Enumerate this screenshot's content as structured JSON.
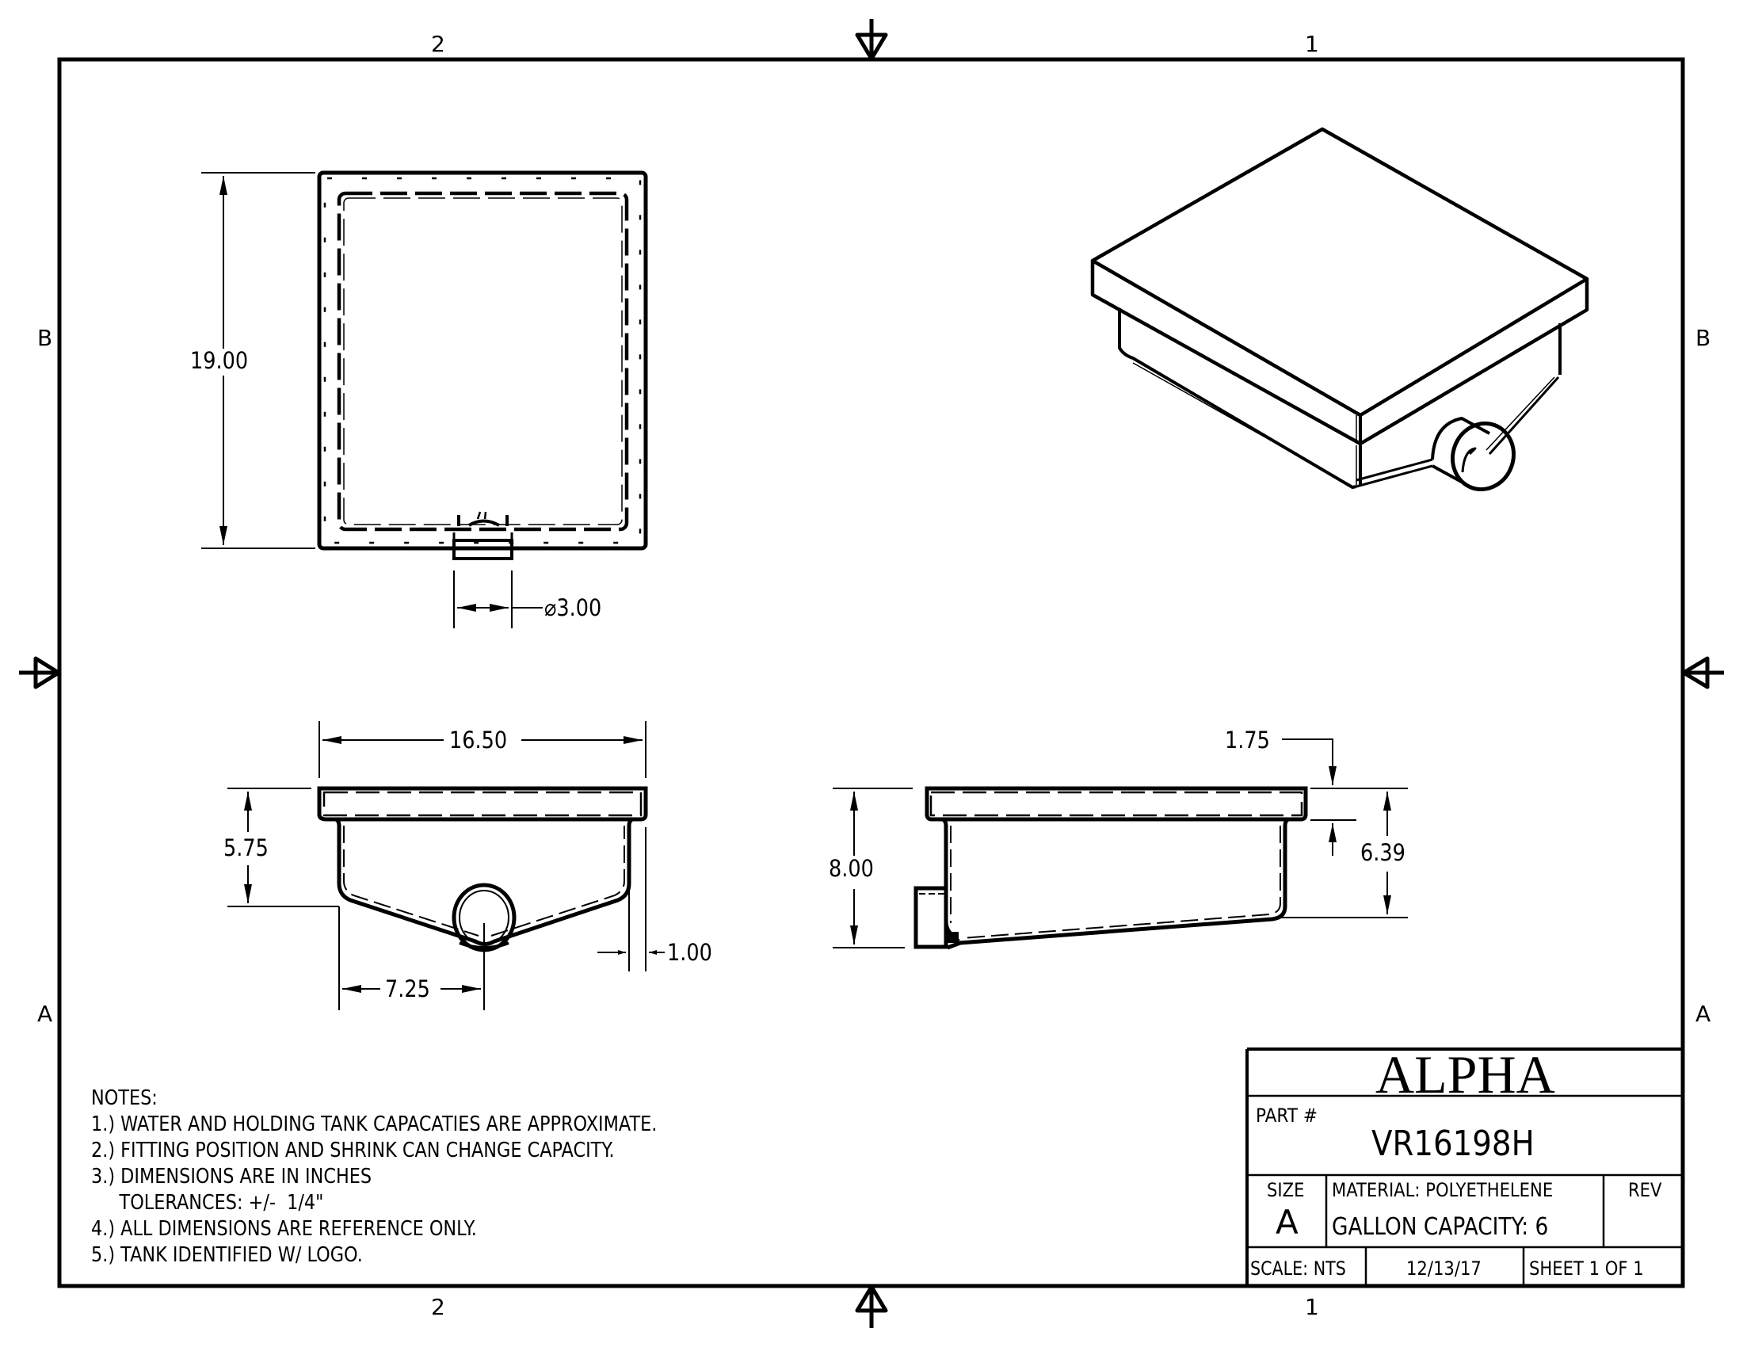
{
  "drawing": {
    "zones": {
      "top": [
        "2",
        "1"
      ],
      "bottom": [
        "2",
        "1"
      ],
      "left": [
        "B",
        "A"
      ],
      "right": [
        "B",
        "A"
      ]
    },
    "views": {
      "top_view": {
        "dimensions": {
          "length": "19.00",
          "fitting_diameter": "⌀3.00"
        }
      },
      "front_view": {
        "dimensions": {
          "width": "16.50",
          "height": "5.75",
          "fitting_offset": "7.25",
          "flange": "1.00"
        }
      },
      "side_view": {
        "dimensions": {
          "overall_height": "8.00",
          "flange_height": "1.75",
          "body_height": "6.39"
        }
      },
      "isometric_view": {}
    },
    "notes": {
      "heading": "NOTES:",
      "items": [
        "1.) WATER AND HOLDING TANK CAPACATIES ARE APPROXIMATE.",
        "2.) FITTING POSITION AND SHRINK CAN CHANGE CAPACITY.",
        "3.) DIMENSIONS ARE IN INCHES",
        "     TOLERANCES: +/-  1/4\"",
        "4.) ALL DIMENSIONS ARE REFERENCE ONLY.",
        "5.) TANK IDENTIFIED W/ LOGO."
      ]
    },
    "title_block": {
      "company": "ALPHA",
      "part_label": "PART #",
      "part_number": "VR16198H",
      "size_label": "SIZE",
      "size_value": "A",
      "material": "MATERIAL: POLYETHELENE",
      "capacity": "GALLON CAPACITY:  6",
      "rev_label": "REV",
      "rev_value": "",
      "scale": "SCALE: NTS",
      "date": "12/13/17",
      "sheet": "SHEET 1  OF 1"
    },
    "colors": {
      "line": "#000000",
      "background": "#ffffff"
    }
  }
}
